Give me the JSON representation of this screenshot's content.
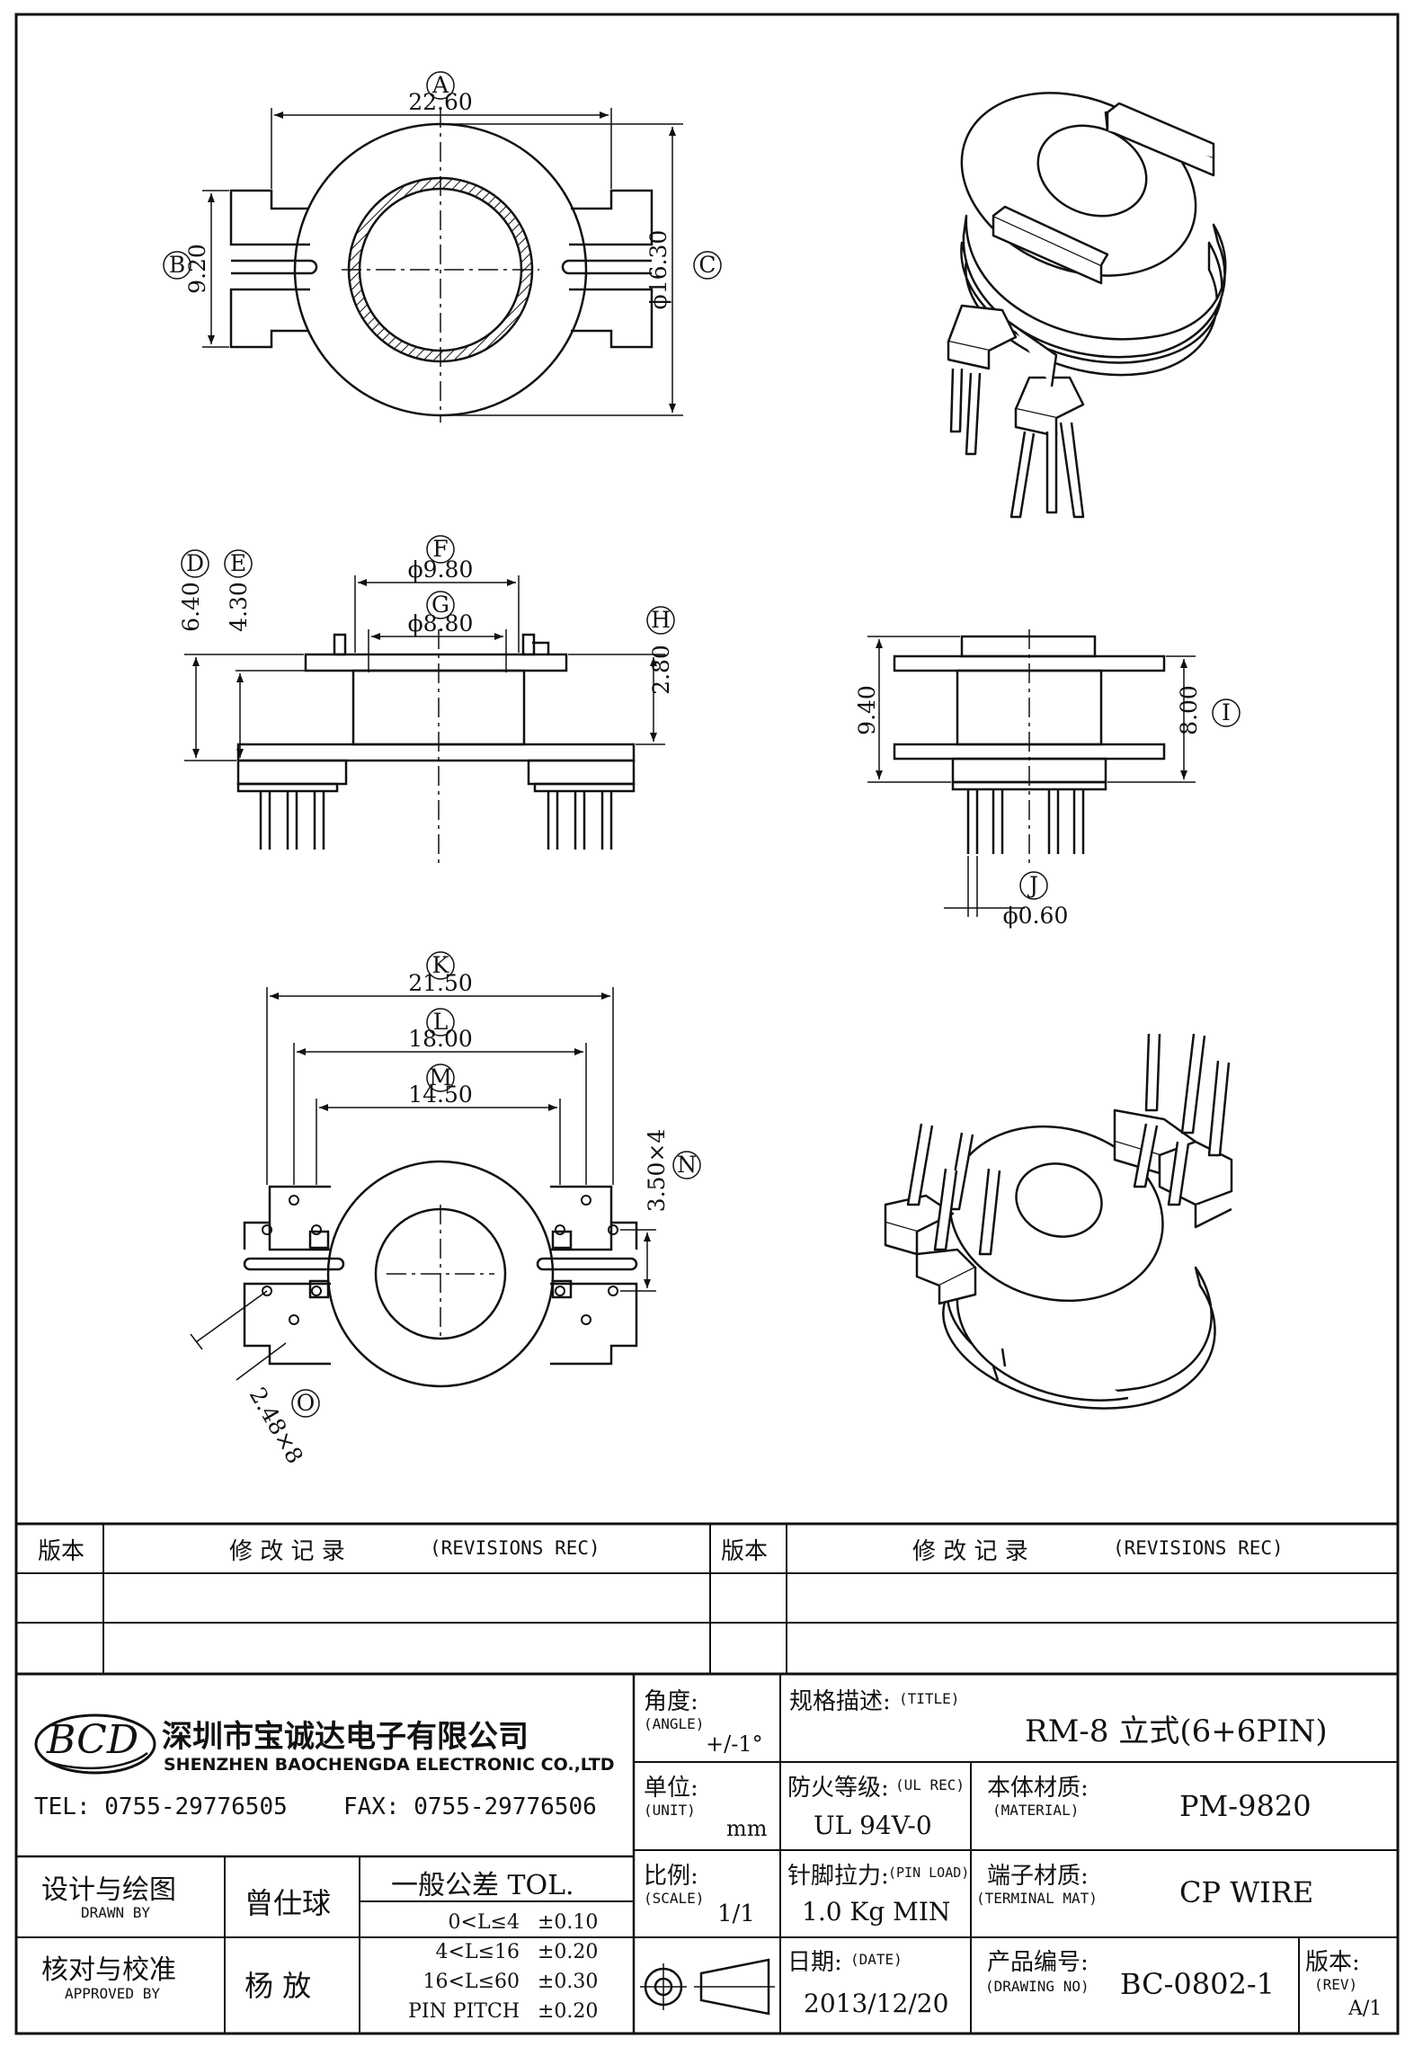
{
  "drawing": {
    "top": {
      "dim_a": {
        "label": "A",
        "value": "22.60"
      },
      "dim_b": {
        "label": "B",
        "value": "9.20"
      },
      "dim_c": {
        "label": "C",
        "value": "ϕ16.30"
      }
    },
    "front": {
      "dim_d": {
        "label": "D",
        "value": "6.40"
      },
      "dim_e": {
        "label": "E",
        "value": "4.30"
      },
      "dim_f": {
        "label": "F",
        "value": "ϕ9.80"
      },
      "dim_g": {
        "label": "G",
        "value": "ϕ8.80"
      },
      "dim_h": {
        "label": "H",
        "value": "2.80"
      }
    },
    "side": {
      "dim_height": "9.40",
      "dim_i": {
        "label": "I",
        "value": "8.00"
      },
      "dim_j": {
        "label": "J",
        "value": "ϕ0.60"
      }
    },
    "bottom": {
      "dim_k": {
        "label": "K",
        "value": "21.50"
      },
      "dim_l": {
        "label": "L",
        "value": "18.00"
      },
      "dim_m": {
        "label": "M",
        "value": "14.50"
      },
      "dim_n": {
        "label": "N",
        "value": "3.50×4"
      },
      "dim_o": {
        "label": "O",
        "value": "2.48×8"
      }
    }
  },
  "revisions": {
    "col_rev": "版本",
    "col_record_cn": "修 改 记 录",
    "col_record_en": "(REVISIONS REC)"
  },
  "company": {
    "logo": "BCD",
    "name_cn": "深圳市宝诚达电子有限公司",
    "name_en": "SHENZHEN BAOCHENGDA ELECTRONIC CO.,LTD",
    "tel": "TEL: 0755-29776505",
    "fax": "FAX: 0755-29776506"
  },
  "fields": {
    "angle": {
      "label_cn": "角度:",
      "label_en": "(ANGLE)",
      "value": "+/-1°"
    },
    "title": {
      "label_cn": "规格描述:",
      "label_en": "(TITLE)",
      "value": "RM-8 立式(6+6PIN)"
    },
    "unit": {
      "label_cn": "单位:",
      "label_en": "(UNIT)",
      "value": "mm"
    },
    "ul_rec": {
      "label_cn": "防火等级:",
      "label_en": "(UL REC)",
      "value": "UL 94V-0"
    },
    "material": {
      "label_cn": "本体材质:",
      "label_en": "(MATERIAL)",
      "value": "PM-9820"
    },
    "scale": {
      "label_cn": "比例:",
      "label_en": "(SCALE)",
      "value": "1/1"
    },
    "pin_load": {
      "label_cn": "针脚拉力:",
      "label_en": "(PIN LOAD)",
      "value": "1.0 Kg MIN"
    },
    "terminal": {
      "label_cn": "端子材质:",
      "label_en": "(TERMINAL MAT)",
      "value": "CP WIRE"
    },
    "date": {
      "label_cn": "日期:",
      "label_en": "(DATE)",
      "value": "2013/12/20"
    },
    "drawing_no": {
      "label_cn": "产品编号:",
      "label_en": "(DRAWING NO)",
      "value": "BC-0802-1"
    },
    "rev": {
      "label_cn": "版本:",
      "label_en": "(REV)",
      "value": "A/1"
    }
  },
  "people": {
    "drawn_cn": "设计与绘图",
    "drawn_en": "DRAWN BY",
    "drawn_name": "曾仕球",
    "approved_cn": "核对与校准",
    "approved_en": "APPROVED BY",
    "approved_name": "杨 放"
  },
  "tolerance": {
    "title": "一般公差 TOL.",
    "rows": [
      {
        "range": "0<L≤4",
        "tol": "±0.10"
      },
      {
        "range": "4<L≤16",
        "tol": "±0.20"
      },
      {
        "range": "16<L≤60",
        "tol": "±0.30"
      },
      {
        "range": "PIN PITCH",
        "tol": "±0.20"
      }
    ]
  }
}
